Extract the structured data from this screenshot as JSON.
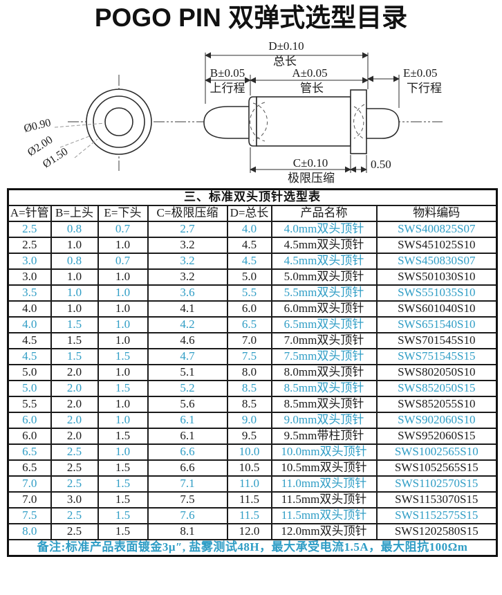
{
  "page": {
    "title": "POGO PIN 双弹式选型目录"
  },
  "colors": {
    "accent": "#2F9DC5",
    "ink": "#1b1b1b"
  },
  "diagram": {
    "front": {
      "dia_inner": "Ø0.90",
      "dia_outer": "Ø2.00",
      "dia_middle": "Ø1.50"
    },
    "side": {
      "d": "D±0.10",
      "d_label": "总长",
      "b": "B±0.05",
      "b_label": "上行程",
      "a": "A±0.05",
      "a_label": "管长",
      "e": "E±0.05",
      "e_label": "下行程",
      "c": "C±0.10",
      "c_label": "极限压缩",
      "flange": "0.50"
    }
  },
  "table": {
    "title": "三、标准双头顶针选型表",
    "headers": [
      "A=针管",
      "B=上头",
      "E=下头",
      "C=极限压缩",
      "D=总长",
      "产品名称",
      "物料编码"
    ],
    "rows": [
      {
        "a": "2.5",
        "b": "0.8",
        "e": "0.7",
        "c": "2.7",
        "d": "4.0",
        "name": "4.0mm双头顶针",
        "code": "SWS400825S07",
        "color": "teal"
      },
      {
        "a": "2.5",
        "b": "1.0",
        "e": "1.0",
        "c": "3.2",
        "d": "4.5",
        "name": "4.5mm双头顶针",
        "code": "SWS451025S10",
        "color": "black"
      },
      {
        "a": "3.0",
        "b": "0.8",
        "e": "0.7",
        "c": "3.2",
        "d": "4.5",
        "name": "4.5mm双头顶针",
        "code": "SWS450830S07",
        "color": "teal"
      },
      {
        "a": "3.0",
        "b": "1.0",
        "e": "1.0",
        "c": "3.2",
        "d": "5.0",
        "name": "5.0mm双头顶针",
        "code": "SWS501030S10",
        "color": "black"
      },
      {
        "a": "3.5",
        "b": "1.0",
        "e": "1.0",
        "c": "3.6",
        "d": "5.5",
        "name": "5.5mm双头顶针",
        "code": "SWS551035S10",
        "color": "teal"
      },
      {
        "a": "4.0",
        "b": "1.0",
        "e": "1.0",
        "c": "4.1",
        "d": "6.0",
        "name": "6.0mm双头顶针",
        "code": "SWS601040S10",
        "color": "black"
      },
      {
        "a": "4.0",
        "b": "1.5",
        "e": "1.0",
        "c": "4.2",
        "d": "6.5",
        "name": "6.5mm双头顶针",
        "code": "SWS651540S10",
        "color": "teal"
      },
      {
        "a": "4.5",
        "b": "1.5",
        "e": "1.0",
        "c": "4.6",
        "d": "7.0",
        "name": "7.0mm双头顶针",
        "code": "SWS701545S10",
        "color": "black"
      },
      {
        "a": "4.5",
        "b": "1.5",
        "e": "1.5",
        "c": "4.7",
        "d": "7.5",
        "name": "7.5mm双头顶针",
        "code": "SWS751545S15",
        "color": "teal"
      },
      {
        "a": "5.0",
        "b": "2.0",
        "e": "1.0",
        "c": "5.1",
        "d": "8.0",
        "name": "8.0mm双头顶针",
        "code": "SWS802050S10",
        "color": "black"
      },
      {
        "a": "5.0",
        "b": "2.0",
        "e": "1.5",
        "c": "5.2",
        "d": "8.5",
        "name": "8.5mm双头顶针",
        "code": "SWS852050S15",
        "color": "teal"
      },
      {
        "a": "5.5",
        "b": "2.0",
        "e": "1.0",
        "c": "5.6",
        "d": "8.5",
        "name": "8.5mm双头顶针",
        "code": "SWS852055S10",
        "color": "black"
      },
      {
        "a": "6.0",
        "b": "2.0",
        "e": "1.0",
        "c": "6.1",
        "d": "9.0",
        "name": "9.0mm双头顶针",
        "code": "SWS902060S10",
        "color": "teal"
      },
      {
        "a": "6.0",
        "b": "2.0",
        "e": "1.5",
        "c": "6.1",
        "d": "9.5",
        "name": "9.5mm带柱顶针",
        "code": "SWS952060S15",
        "color": "black"
      },
      {
        "a": "6.5",
        "b": "2.5",
        "e": "1.0",
        "c": "6.6",
        "d": "10.0",
        "name": "10.0mm双头顶针",
        "code": "SWS1002565S10",
        "color": "teal"
      },
      {
        "a": "6.5",
        "b": "2.5",
        "e": "1.5",
        "c": "6.6",
        "d": "10.5",
        "name": "10.5mm双头顶针",
        "code": "SWS1052565S15",
        "color": "black"
      },
      {
        "a": "7.0",
        "b": "2.5",
        "e": "1.5",
        "c": "7.1",
        "d": "11.0",
        "name": "11.0mm双头顶针",
        "code": "SWS1102570S15",
        "color": "teal"
      },
      {
        "a": "7.0",
        "b": "3.0",
        "e": "1.5",
        "c": "7.5",
        "d": "11.5",
        "name": "11.5mm双头顶针",
        "code": "SWS1153070S15",
        "color": "black"
      },
      {
        "a": "7.5",
        "b": "2.5",
        "e": "1.5",
        "c": "7.6",
        "d": "11.5",
        "name": "11.5mm双头顶针",
        "code": "SWS1152575S15",
        "color": "teal"
      },
      {
        "a": "8.0",
        "b": "2.5",
        "e": "1.5",
        "c": "8.1",
        "d": "12.0",
        "name": "12.0mm双头顶针",
        "code": "SWS1202580S15",
        "color": "mixed"
      }
    ],
    "note": "备注:标准产品表面镀金3μ″, 盐雾测试48H，最大承受电流1.5A，最大阻抗100Ωm"
  }
}
